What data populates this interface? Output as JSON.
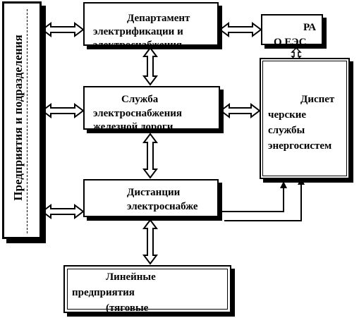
{
  "left_column": {
    "label": "Предприятия и подразделения"
  },
  "department": {
    "line1": "Департамент",
    "line2": "электрификации   и",
    "line3": "электроснабжения"
  },
  "ra": {
    "line1": "РА",
    "line2": "О ЕЭС"
  },
  "service": {
    "line1": "Служба",
    "line2": "электроснабжения",
    "line3": "железной дороги"
  },
  "dispatch": {
    "line1": "Диспет",
    "line2": "черские",
    "line3": "службы",
    "line4": "энергосистем"
  },
  "distance": {
    "line1": "Дистанции",
    "line2": "электроснабже"
  },
  "linear": {
    "line1": "Линейные",
    "line2": "предприятия",
    "line3": "(тяговые"
  }
}
